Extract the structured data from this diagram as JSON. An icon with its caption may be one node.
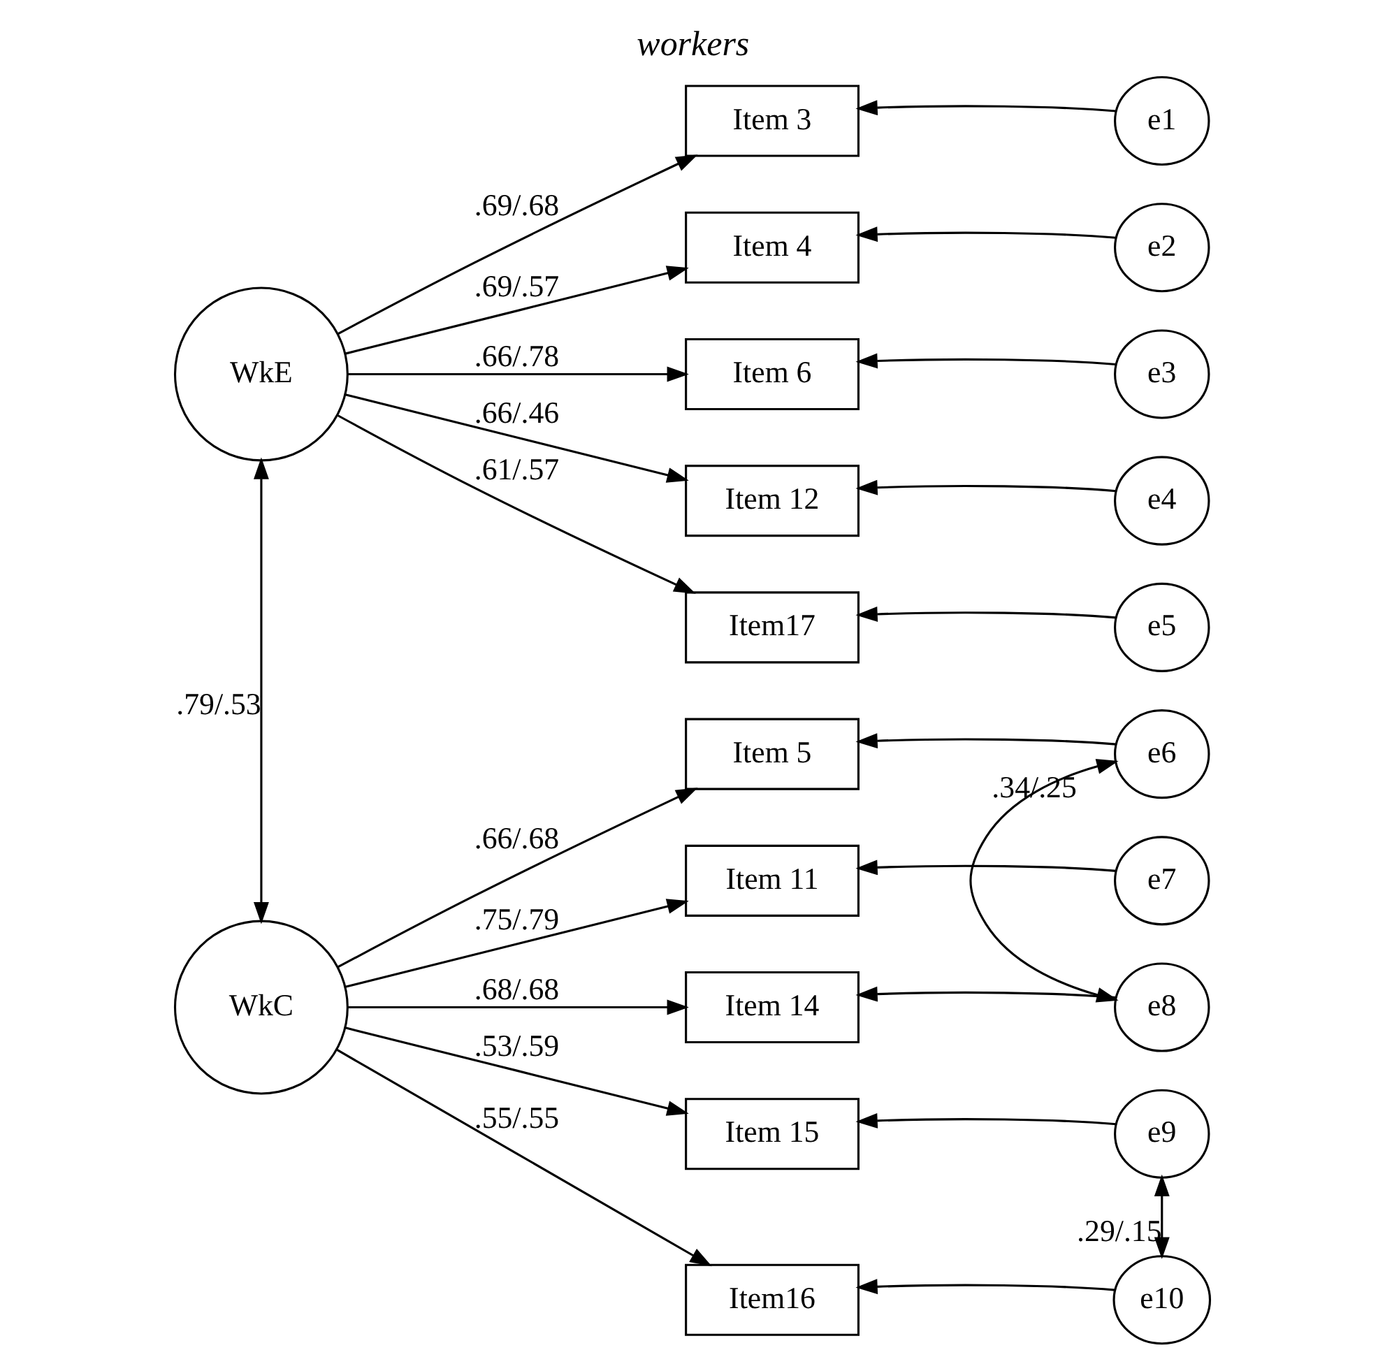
{
  "diagram": {
    "title": "workers",
    "nodes": [
      {
        "text": [
          "WkE"
        ]
      },
      {
        "text": [
          "Item 3"
        ]
      },
      {
        "text": [
          "Item 4"
        ]
      },
      {
        "text": [
          "Item 6"
        ]
      },
      {
        "text": [
          "Item 12"
        ]
      },
      {
        "text": [
          "Item17"
        ]
      },
      {
        "text": [
          "e1"
        ]
      },
      {
        "text": [
          "e2"
        ]
      },
      {
        "text": [
          "e3"
        ]
      },
      {
        "text": [
          "e4"
        ]
      },
      {
        "text": [
          "e5"
        ]
      },
      {
        "text": [
          "WkC"
        ]
      },
      {
        "text": [
          "Item 5"
        ]
      },
      {
        "text": [
          "Item 11"
        ]
      },
      {
        "text": [
          "Item 14"
        ]
      },
      {
        "text": [
          "Item 15"
        ]
      },
      {
        "text": [
          "Item16"
        ]
      },
      {
        "text": [
          "e6"
        ]
      },
      {
        "text": [
          "e7"
        ]
      },
      {
        "text": [
          "e8"
        ]
      },
      {
        "text": [
          "e9"
        ]
      },
      {
        "text": [
          "e10"
        ]
      }
    ],
    "edges": [
      {
        "from": 0,
        "to": 1,
        "arrow": "to",
        "label": ".69/.68"
      },
      {
        "from": 0,
        "to": 2,
        "arrow": "to",
        "label": ".69/.57"
      },
      {
        "from": 0,
        "to": 3,
        "arrow": "to",
        "label": ".66/.78"
      },
      {
        "from": 0,
        "to": 4,
        "arrow": "to",
        "label": ".66/.46"
      },
      {
        "from": 0,
        "to": 5,
        "arrow": "to",
        "label": ".61/.57"
      },
      {
        "from": 6,
        "to": 1,
        "arrow": "to"
      },
      {
        "from": 7,
        "to": 2,
        "arrow": "to"
      },
      {
        "from": 8,
        "to": 3,
        "arrow": "to"
      },
      {
        "from": 9,
        "to": 4,
        "arrow": "to"
      },
      {
        "from": 10,
        "to": 5,
        "arrow": "to"
      },
      {
        "from": 0,
        "to": 11,
        "arrow": "both",
        "label": ".79/.53"
      },
      {
        "from": 11,
        "to": 12,
        "arrow": "to",
        "label": ".66/.68"
      },
      {
        "from": 11,
        "to": 13,
        "arrow": "to",
        "label": ".75/.79"
      },
      {
        "from": 11,
        "to": 14,
        "arrow": "to",
        "label": ".68/.68"
      },
      {
        "from": 11,
        "to": 15,
        "arrow": "to",
        "label": ".53/.59"
      },
      {
        "from": 11,
        "to": 16,
        "arrow": "to",
        "label": ".55/.55"
      },
      {
        "from": 17,
        "to": 12,
        "arrow": "to"
      },
      {
        "from": 18,
        "to": 13,
        "arrow": "to"
      },
      {
        "from": 19,
        "to": 14,
        "arrow": "to"
      },
      {
        "from": 20,
        "to": 15,
        "arrow": "to"
      },
      {
        "from": 21,
        "to": 16,
        "arrow": "to"
      },
      {
        "from": 17,
        "to": 19,
        "arrow": "both",
        "label": ".34/.25"
      },
      {
        "from": 20,
        "to": 21,
        "arrow": "both",
        "label": ".29/.15"
      }
    ]
  }
}
